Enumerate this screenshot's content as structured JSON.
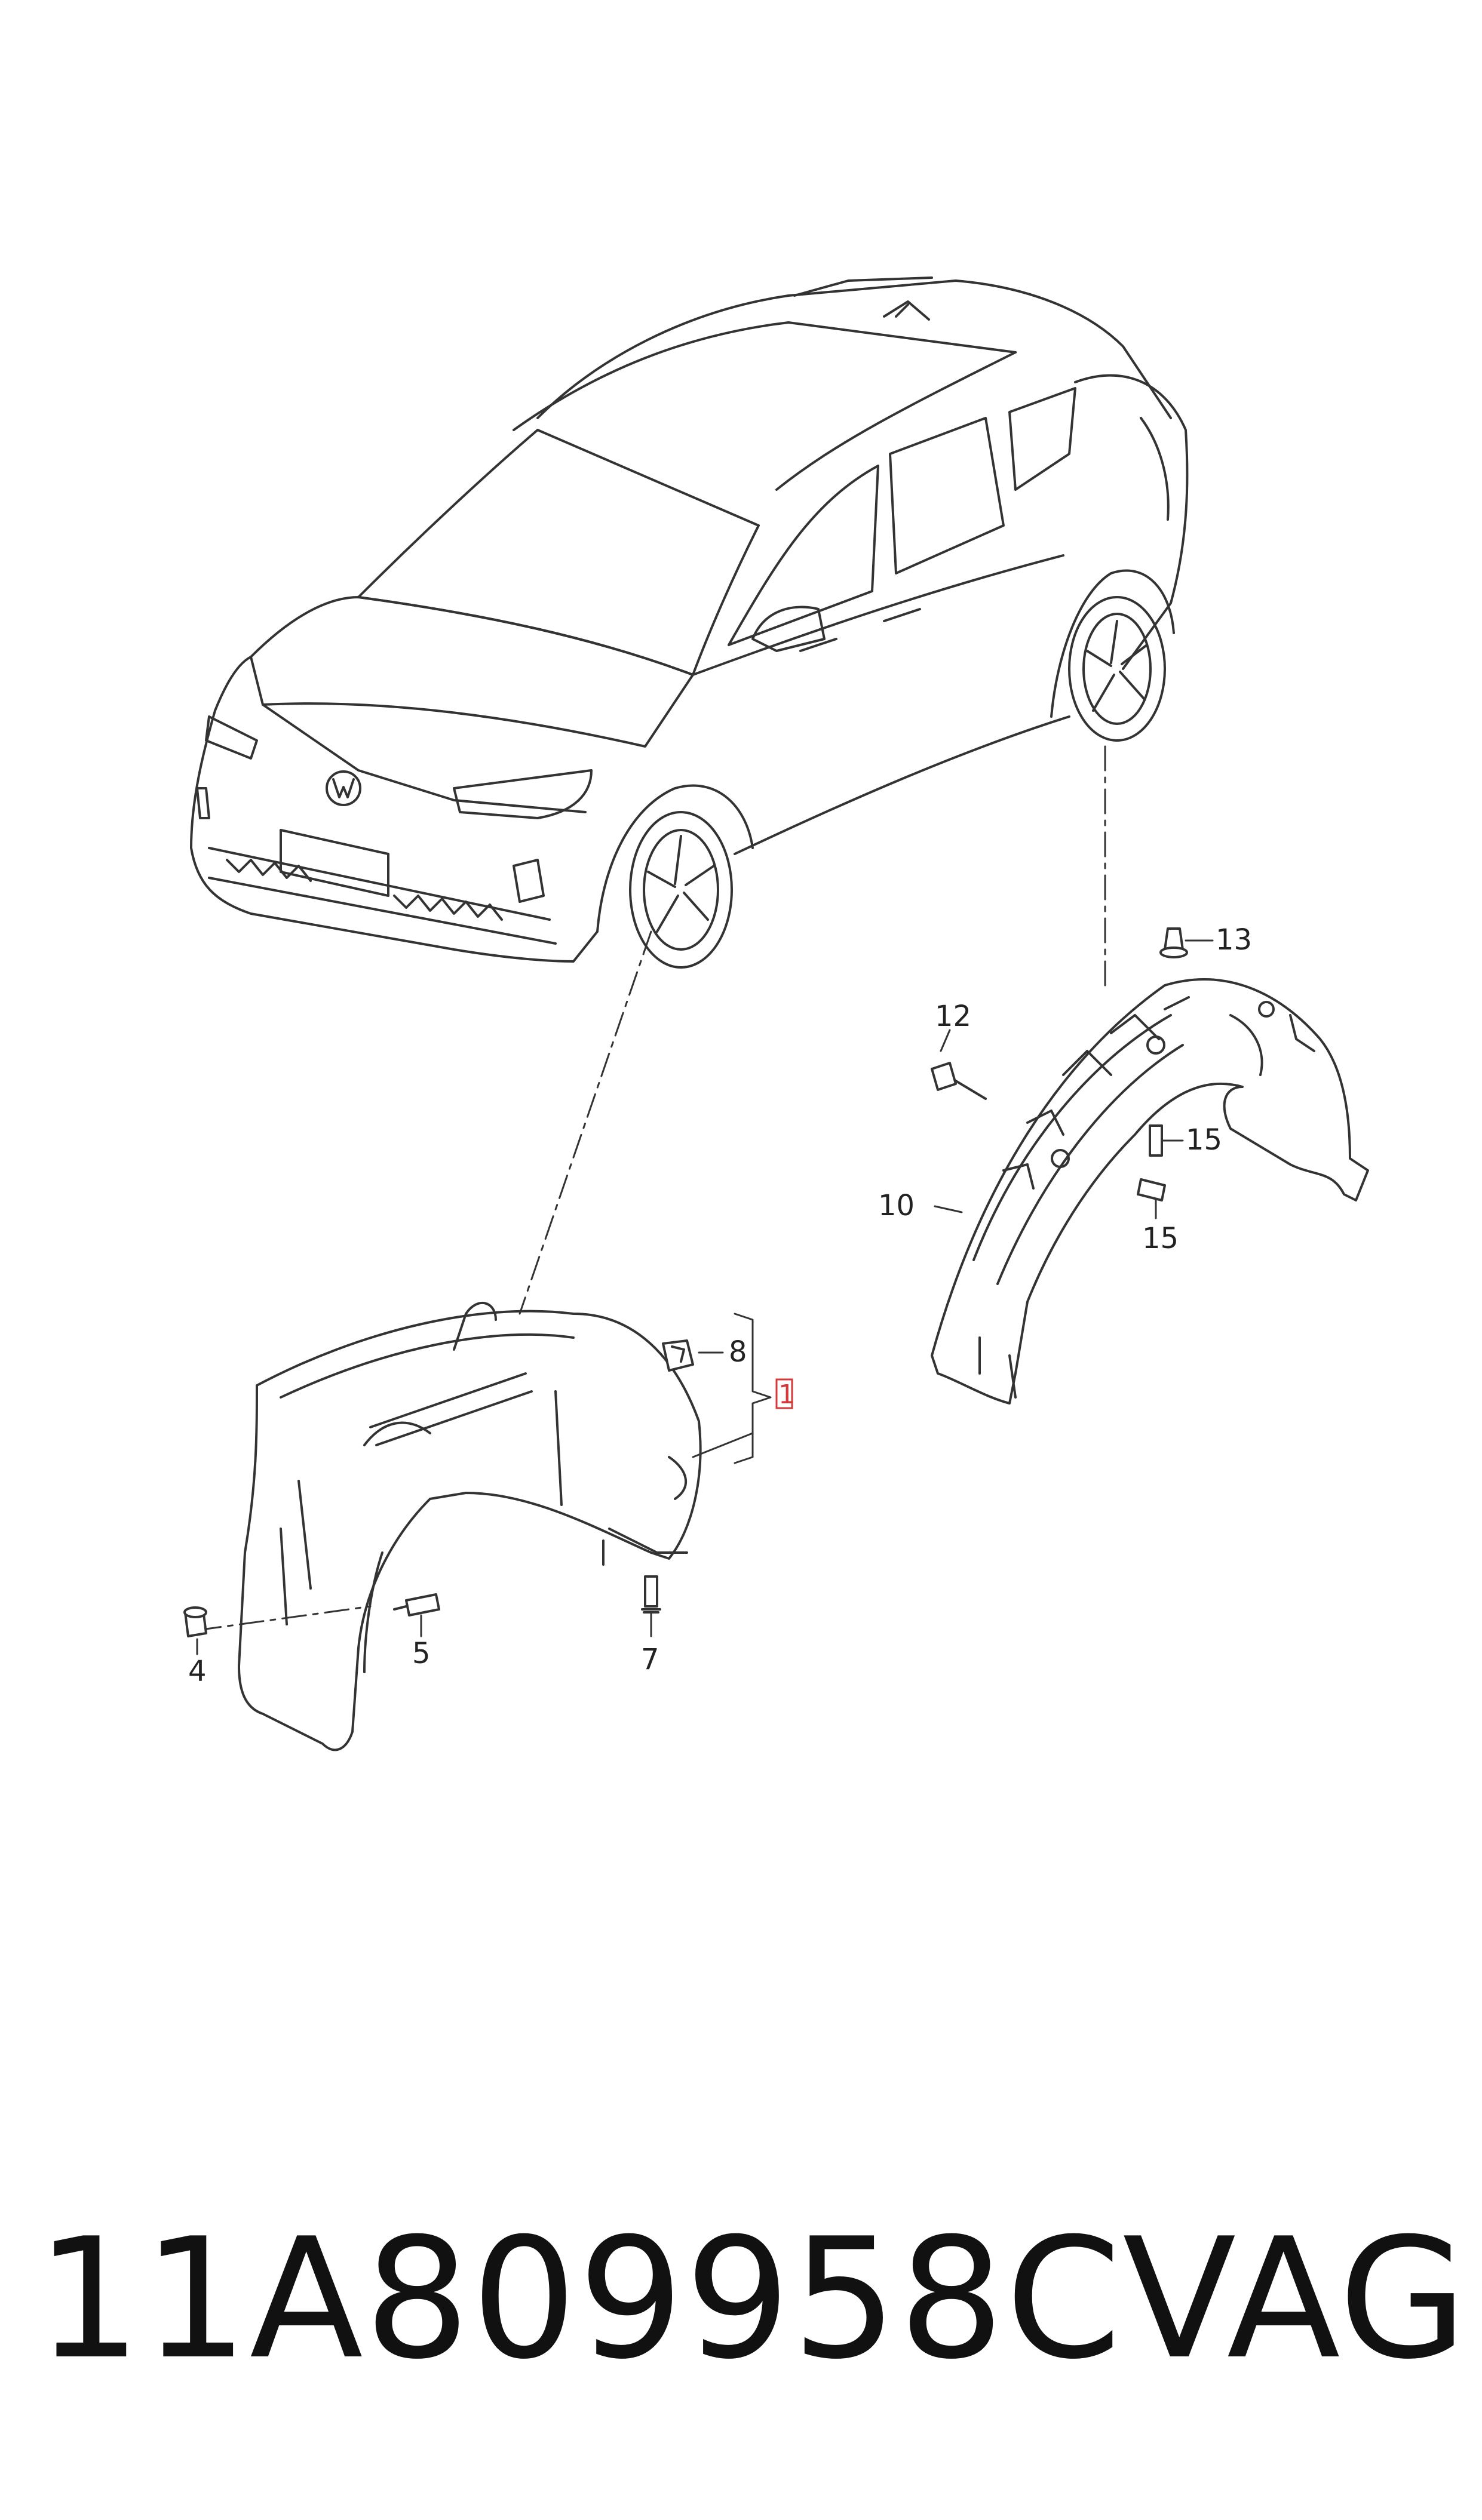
{
  "callouts": {
    "c1": "1",
    "c4": "4",
    "c5": "5",
    "c7": "7",
    "c8": "8",
    "c10": "10",
    "c12": "12",
    "c13": "13",
    "c15a": "15",
    "c15b": "15"
  },
  "footer": {
    "part_number": "11A809958C",
    "brand": "VAG"
  },
  "colors": {
    "line": "#333333",
    "highlight_box": "#d43a3a",
    "background": "#ffffff"
  }
}
